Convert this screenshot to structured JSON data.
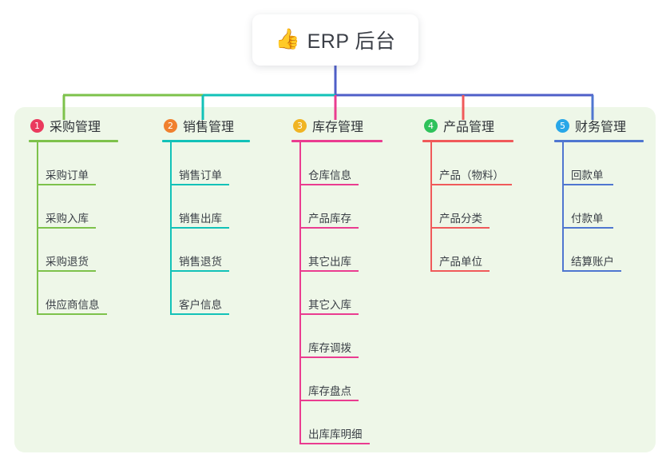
{
  "diagram": {
    "type": "mindmap-tree",
    "root": {
      "icon": "thumbs-up-icon",
      "icon_glyph": "👍",
      "title": "ERP 后台"
    },
    "panel_background": "#eef7e8",
    "stem_color": "#4f5fc8",
    "bus_segments": [
      {
        "color": "#7dc24b",
        "from": "left-end",
        "to": "col2-drop"
      },
      {
        "color": "#12c2b8",
        "from": "col2-drop",
        "to": "root-stem"
      },
      {
        "color": "#4f5fc8",
        "from": "root-stem",
        "to": "right-end"
      }
    ],
    "columns": [
      {
        "index": "1",
        "badge_label": "1",
        "badge_color": "#ea3a5e",
        "line_color": "#7dc24b",
        "title": "采购管理",
        "items": [
          "采购订单",
          "采购入库",
          "采购退货",
          "供应商信息"
        ]
      },
      {
        "index": "2",
        "badge_label": "2",
        "badge_color": "#f0802e",
        "line_color": "#12c2b8",
        "title": "销售管理",
        "items": [
          "销售订单",
          "销售出库",
          "销售退货",
          "客户信息"
        ]
      },
      {
        "index": "3",
        "badge_label": "3",
        "badge_color": "#f0b423",
        "line_color": "#ea3c90",
        "title": "库存管理",
        "items": [
          "仓库信息",
          "产品库存",
          "其它出库",
          "其它入库",
          "库存调拨",
          "库存盘点",
          "出库库明细"
        ]
      },
      {
        "index": "4",
        "badge_label": "4",
        "badge_color": "#2fc25b",
        "line_color": "#f05a5a",
        "title": "产品管理",
        "items": [
          "产品（物料）",
          "产品分类",
          "产品单位"
        ]
      },
      {
        "index": "5",
        "badge_label": "5",
        "badge_color": "#28a7e8",
        "line_color": "#4f76d0",
        "title": "财务管理",
        "items": [
          "回款单",
          "付款单",
          "结算账户"
        ]
      }
    ]
  }
}
